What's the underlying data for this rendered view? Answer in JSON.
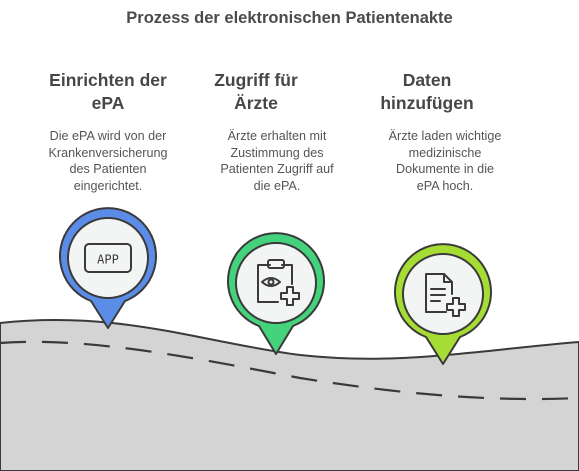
{
  "title": "Prozess der elektronischen Patientenakte",
  "steps": [
    {
      "title_lines": [
        "Einrichten der",
        "ePA"
      ],
      "desc_lines": [
        "Die ePA wird von der",
        "Krankenversicherung",
        "des Patienten",
        "eingerichtet."
      ],
      "icon": "app-icon",
      "icon_label": "APP",
      "color": "#5b8de8"
    },
    {
      "title_lines": [
        "Zugriff für",
        "Ärzte"
      ],
      "desc_lines": [
        "Ärzte erhalten mit",
        "Zustimmung des",
        "Patienten Zugriff auf",
        "die ePA."
      ],
      "icon": "clipboard-eye-plus-icon",
      "color": "#44d27c"
    },
    {
      "title_lines": [
        "Daten",
        "hinzufügen"
      ],
      "desc_lines": [
        "Ärzte laden wichtige",
        "medizinische",
        "Dokumente in die",
        "ePA hoch."
      ],
      "icon": "document-plus-icon",
      "color": "#a6dd34"
    }
  ]
}
